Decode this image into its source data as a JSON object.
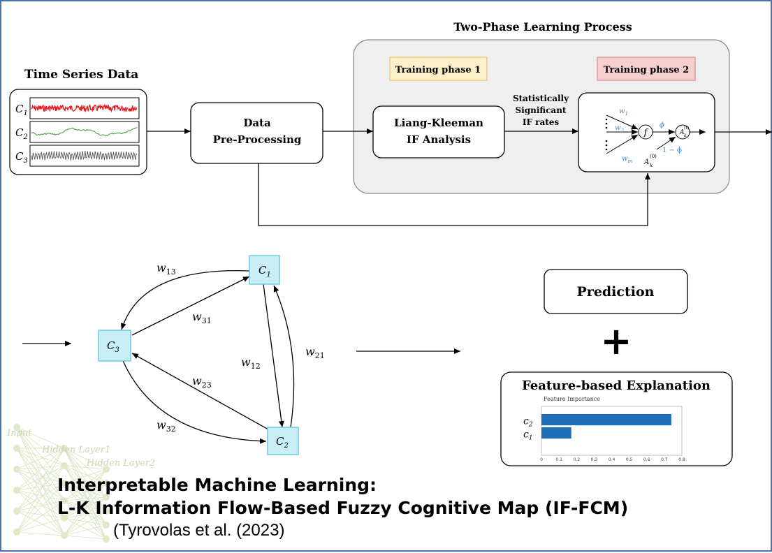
{
  "pipeline": {
    "time_series_title": "Time Series Data",
    "series_labels": [
      "C",
      "C",
      "C"
    ],
    "series_subscripts": [
      "1",
      "2",
      "3"
    ],
    "preprocessing_line1": "Data",
    "preprocessing_line2": "Pre-Processing",
    "two_phase_title": "Two-Phase Learning Process",
    "phase1_label": "Training phase 1",
    "phase2_label": "Training phase 2",
    "lk_line1": "Liang-Kleeman",
    "lk_line2": "IF Analysis",
    "stat_line1": "Statistically",
    "stat_line2": "Significant",
    "stat_line3": "IF rates",
    "neuron": {
      "w1": "w",
      "w1_sub": "1",
      "w2": "w",
      "w2_sub": "2",
      "wm": "w",
      "wm_sub": "m",
      "f": "f",
      "phi": "ϕ",
      "one_minus_phi": "1 − ϕ",
      "ak_t": "A",
      "ak_t_sub": "k",
      "ak_t_sup": "(t)",
      "ak_0": "A",
      "ak_0_sub": "k",
      "ak_0_sup": "(0)"
    },
    "colors": {
      "phase1_fill": "#fdf0c8",
      "phase1_border": "#e8c46a",
      "phase2_fill": "#f6cfcf",
      "phase2_border": "#d98a8a",
      "panel_fill": "#efefef",
      "series1": "#e8141c",
      "series2": "#46a046",
      "series3": "#555555",
      "node_fill": "#c9eef5",
      "node_border": "#5bc7dc",
      "bar": "#1f6fb8",
      "weight_blue": "#3a86c8"
    }
  },
  "fcm": {
    "nodes": [
      {
        "label": "C",
        "sub": "1"
      },
      {
        "label": "C",
        "sub": "2"
      },
      {
        "label": "C",
        "sub": "3"
      }
    ],
    "weights": [
      {
        "w": "w",
        "sub": "13"
      },
      {
        "w": "w",
        "sub": "31"
      },
      {
        "w": "w",
        "sub": "12"
      },
      {
        "w": "w",
        "sub": "21"
      },
      {
        "w": "w",
        "sub": "23"
      },
      {
        "w": "w",
        "sub": "32"
      }
    ]
  },
  "output": {
    "prediction": "Prediction",
    "plus": "+",
    "explanation_title": "Feature-based Explanation",
    "chart_title": "Feature Importance"
  },
  "chart_data": {
    "type": "bar",
    "title": "Feature Importance",
    "categories": [
      "C2",
      "C1"
    ],
    "category_labels": [
      {
        "label": "c",
        "sub": "2"
      },
      {
        "label": "c",
        "sub": "1"
      }
    ],
    "values": [
      0.74,
      0.17
    ],
    "xlim": [
      0,
      0.8
    ],
    "xticks": [
      "0",
      "0.1",
      "0.2",
      "0.3",
      "0.4",
      "0.5",
      "0.6",
      "0.7",
      "0.8"
    ],
    "orientation": "horizontal",
    "color": "#1f6fb8"
  },
  "background_labels": {
    "input": "Input",
    "hidden1": "Hidden Layer1",
    "hidden2": "Hidden Layer2"
  },
  "title": {
    "line1": "Interpretable Machine Learning:",
    "line2": "L-K Information Flow-Based Fuzzy Cognitive Map (IF-FCM)",
    "citation": "(Tyrovolas et al. (2023)"
  }
}
